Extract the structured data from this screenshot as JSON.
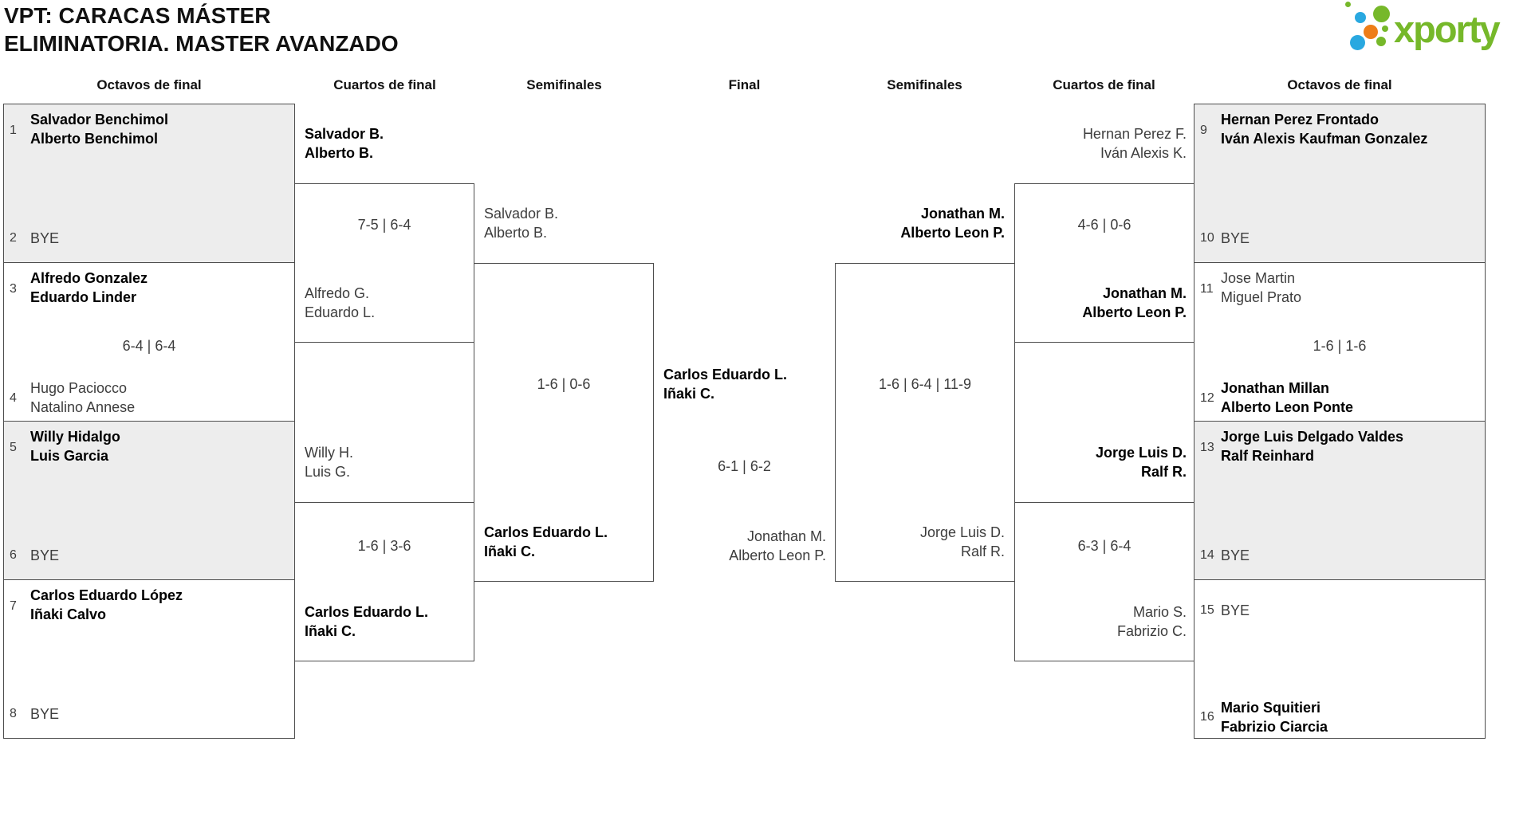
{
  "title": {
    "line1": "VPT: CARACAS MÁSTER",
    "line2": "ELIMINATORIA. MASTER AVANZADO"
  },
  "logo": {
    "wordmark": "xporty"
  },
  "round_headers": {
    "r16_left": "Octavos de final",
    "qf_left": "Cuartos de final",
    "sf_left": "Semifinales",
    "final": "Final",
    "sf_right": "Semifinales",
    "qf_right": "Cuartos de final",
    "r16_right": "Octavos de final"
  },
  "bracket": {
    "r16_left": [
      {
        "seed_top": "1",
        "team_top": [
          "Salvador Benchimol",
          "Alberto Benchimol"
        ],
        "seed_bot": "2",
        "bye_bot": "BYE"
      },
      {
        "seed_top": "3",
        "team_top": [
          "Alfredo Gonzalez",
          "Eduardo Linder"
        ],
        "score": "6-4 | 6-4",
        "seed_bot": "4",
        "team_bot": [
          "Hugo Paciocco",
          "Natalino Annese"
        ]
      },
      {
        "seed_top": "5",
        "team_top": [
          "Willy Hidalgo",
          "Luis Garcia"
        ],
        "seed_bot": "6",
        "bye_bot": "BYE"
      },
      {
        "seed_top": "7",
        "team_top": [
          "Carlos Eduardo López",
          "Iñaki Calvo"
        ],
        "seed_bot": "8",
        "bye_bot": "BYE"
      }
    ],
    "qf_left": [
      {
        "team_top": [
          "Salvador B.",
          "Alberto B."
        ],
        "score": "7-5 | 6-4",
        "team_bot": [
          "Alfredo G.",
          "Eduardo L."
        ]
      },
      {
        "team_top": [
          "Willy H.",
          "Luis G."
        ],
        "score": "1-6 | 3-6",
        "team_bot": [
          "Carlos Eduardo L.",
          "Iñaki C."
        ]
      }
    ],
    "sf_left": {
      "team_top": [
        "Salvador B.",
        "Alberto B."
      ],
      "score": "1-6 | 0-6",
      "team_bot": [
        "Carlos Eduardo L.",
        "Iñaki C."
      ]
    },
    "final": {
      "team_top": [
        "Carlos Eduardo L.",
        "Iñaki C."
      ],
      "score": "6-1 | 6-2",
      "team_bot": [
        "Jonathan M.",
        "Alberto Leon P."
      ]
    },
    "sf_right": {
      "team_top": [
        "Jonathan M.",
        "Alberto Leon P."
      ],
      "score": "1-6 | 6-4 | 11-9",
      "team_bot": [
        "Jorge Luis D.",
        "Ralf R."
      ]
    },
    "qf_right": [
      {
        "team_top": [
          "Hernan Perez F.",
          "Iván Alexis K."
        ],
        "score": "4-6 | 0-6",
        "team_bot": [
          "Jonathan M.",
          "Alberto Leon P."
        ]
      },
      {
        "team_top": [
          "Jorge Luis D.",
          "Ralf R."
        ],
        "score": "6-3 | 6-4",
        "team_bot": [
          "Mario S.",
          "Fabrizio C."
        ]
      }
    ],
    "r16_right": [
      {
        "seed_top": "9",
        "team_top": [
          "Hernan Perez Frontado",
          "Iván Alexis Kaufman Gonzalez"
        ],
        "seed_bot": "10",
        "bye_bot": "BYE"
      },
      {
        "seed_top": "11",
        "team_top": [
          "Jose Martin",
          "Miguel Prato"
        ],
        "score": "1-6 | 1-6",
        "seed_bot": "12",
        "team_bot": [
          "Jonathan Millan",
          "Alberto Leon Ponte"
        ]
      },
      {
        "seed_top": "13",
        "team_top": [
          "Jorge Luis Delgado Valdes",
          "Ralf Reinhard"
        ],
        "seed_bot": "14",
        "bye_bot": "BYE"
      },
      {
        "seed_top": "15",
        "bye_top": "BYE",
        "seed_bot": "16",
        "team_bot": [
          "Mario Squitieri",
          "Fabrizio Ciarcia"
        ]
      }
    ]
  },
  "colors": {
    "brand_green": "#76b82a",
    "brand_blue": "#29a8e0",
    "brand_orange": "#ee7d18",
    "box_fill": "#ededed",
    "line": "#4d4d4d",
    "winner_text": "#000000",
    "loser_text": "#3d3d3d"
  }
}
